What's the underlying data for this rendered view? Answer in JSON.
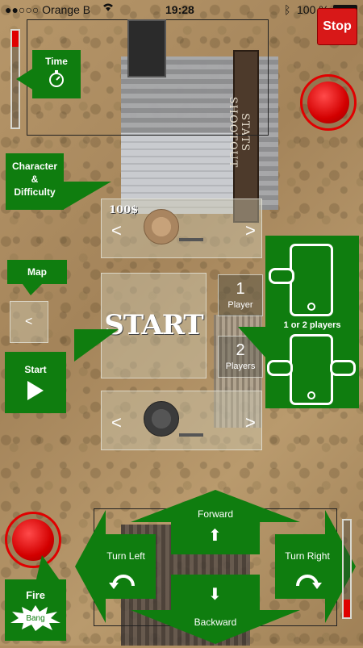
{
  "status_bar": {
    "carrier": "●●○○○ Orange B",
    "time": "19:28",
    "battery": "100 %"
  },
  "stop_button": {
    "label": "Stop"
  },
  "time_tip": {
    "label": "Time"
  },
  "character_tip": {
    "line1": "Character",
    "line2": "&",
    "line3": "Difficulty"
  },
  "top_character": {
    "price": "100$",
    "prev": "<",
    "next": ">"
  },
  "map_tip": {
    "label": "Map"
  },
  "map_selector": {
    "prev": "<"
  },
  "start_tip": {
    "label": "Start"
  },
  "start_button": {
    "label": "START"
  },
  "player_one": {
    "number": "1",
    "label": "Player"
  },
  "player_two": {
    "number": "2",
    "label": "Players"
  },
  "players_tip": {
    "label": "1 or 2 players"
  },
  "bottom_character": {
    "prev": "<",
    "next": ">"
  },
  "controls": {
    "forward": "Forward",
    "backward": "Backward",
    "turn_left": "Turn Left",
    "turn_right": "Turn Right"
  },
  "fire_tip": {
    "label": "Fire",
    "bang": "Bang"
  },
  "building_sign": "STATS SHOOTOUT",
  "colors": {
    "tip_green": "#0f7d0f",
    "stop_red": "#d81818",
    "gauge_red": "#e00000"
  }
}
